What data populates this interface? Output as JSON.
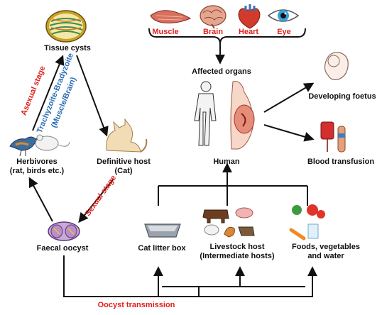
{
  "organs": {
    "muscle": "Muscle",
    "brain": "Brain",
    "heart": "Heart",
    "eye": "Eye"
  },
  "labels": {
    "tissue_cysts": "Tissue cysts",
    "affected_organs": "Affected organs",
    "developing_foetus": "Developing foetus",
    "blood_transfusion": "Blood transfusion",
    "human": "Human",
    "definitive_host_line1": "Definitive host",
    "definitive_host_line2": "(Cat)",
    "herbivores_line1": "Herbivores",
    "herbivores_line2": "(rat, birds etc.)",
    "faecal_oocyst": "Faecal oocyst",
    "cat_litter_box": "Cat litter box",
    "livestock_line1": "Livestock host",
    "livestock_line2": "(Intermediate hosts)",
    "foods_line1": "Foods, vegetables",
    "foods_line2": "and water",
    "oocyst_transmission": "Oocyst transmission"
  },
  "stages": {
    "asexual": "Asexual stage",
    "tachyzoite": "Trachyzoite-Bradyzoite",
    "muscle_brain": "(Muscle/Brain)",
    "sexual": "Sexual stage"
  },
  "colors": {
    "red": "#e0211d",
    "blue": "#2a6db5",
    "arrow": "#111111"
  }
}
